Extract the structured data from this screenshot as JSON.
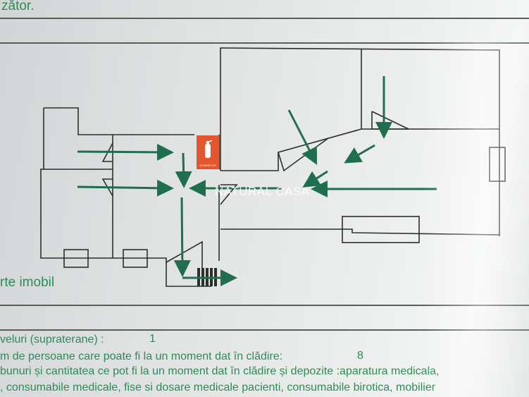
{
  "header": {
    "fragment_text": "zător."
  },
  "plan": {
    "extinguisher_label": "STINGĂTOR",
    "watermark": "NATURAL CASA",
    "line_color": "#2d2f2d",
    "arrow_color": "#1f6f4f",
    "extinguisher_color": "#e2572e"
  },
  "section_title": "rte imobil",
  "info": {
    "levels_label": "veluri  (supraterane) :",
    "levels_value": "1",
    "persons_label": "m de persoane care poate fi la un moment dat în clădire:",
    "persons_value": "8",
    "goods_line1": "bunuri și cantitatea ce pot fi la un moment dat în clădire și depozite :aparatura medicala,",
    "goods_line2": ", consumabile medicale, fise si dosare medicale pacienti, consumabile birotica, mobilier"
  }
}
